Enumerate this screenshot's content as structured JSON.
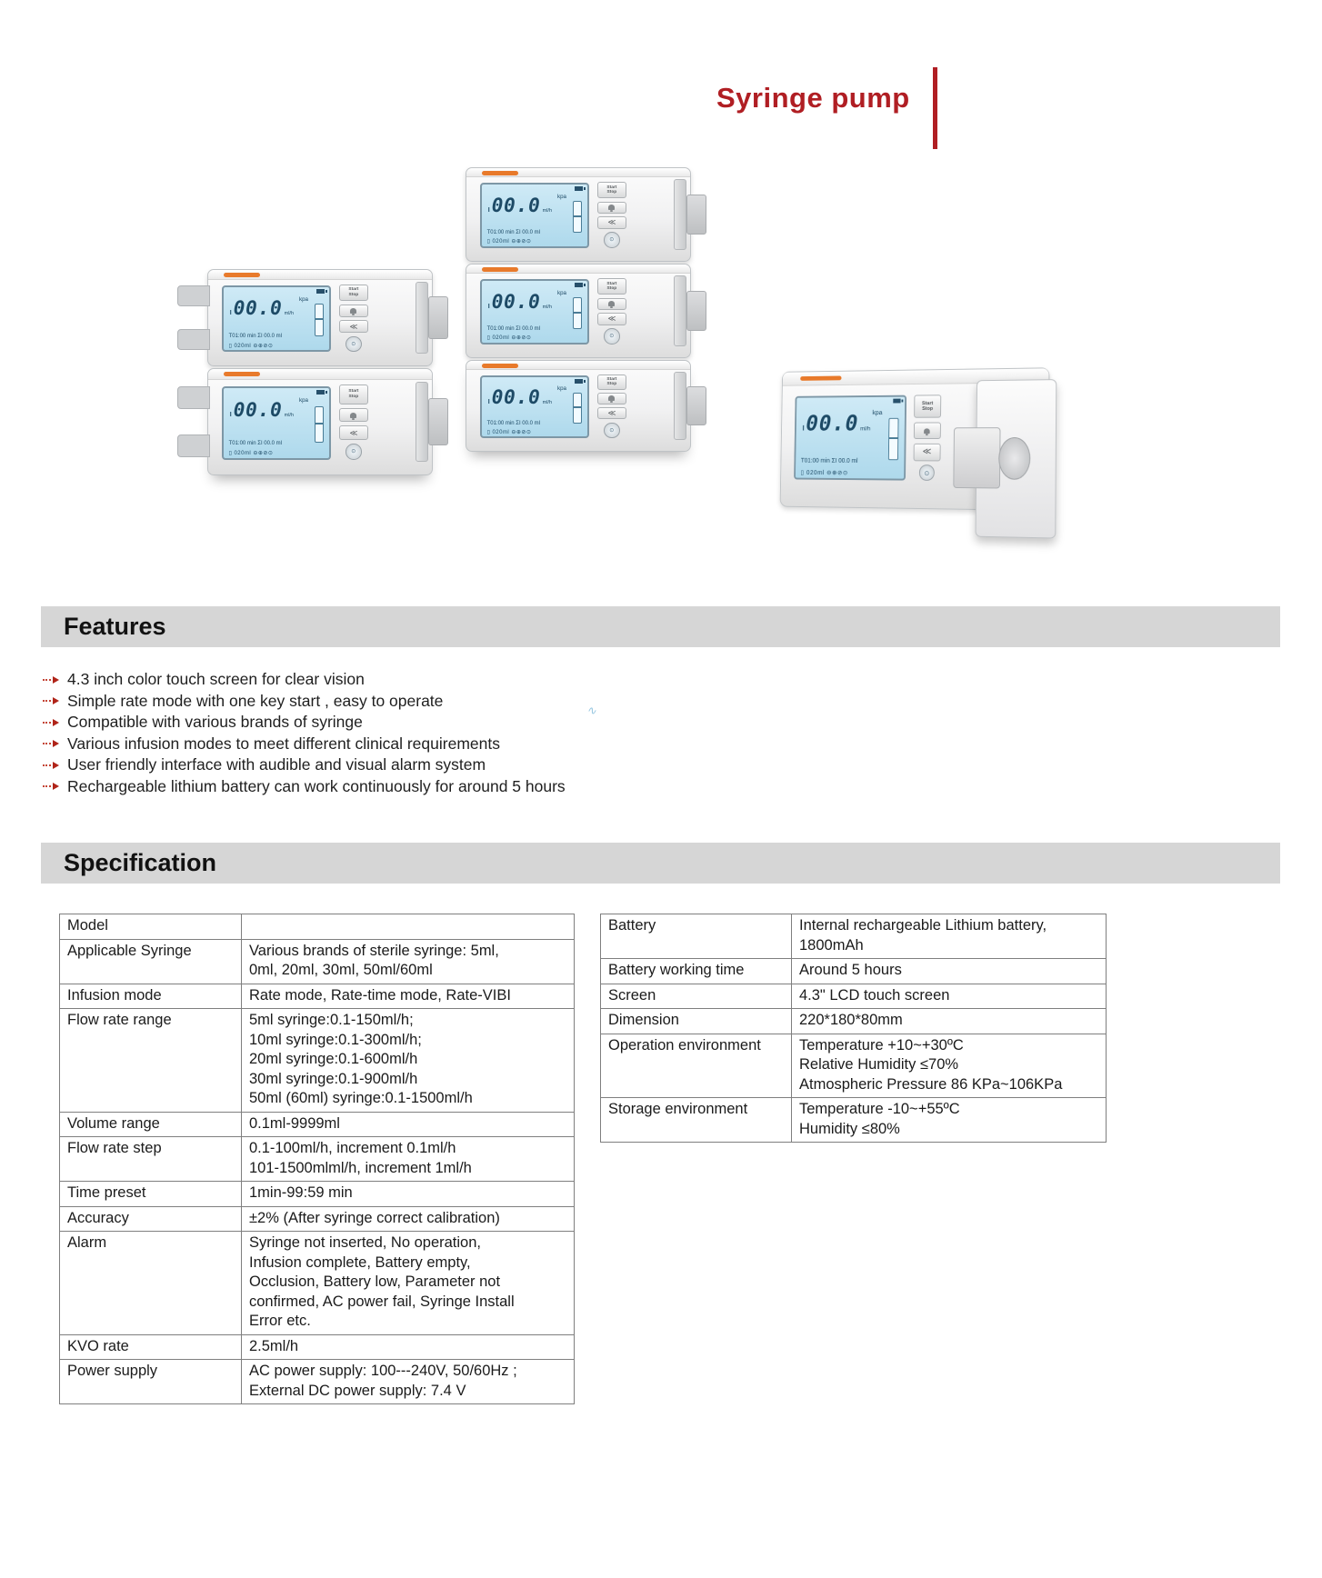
{
  "page": {
    "title": "Syringe pump"
  },
  "colors": {
    "title_red": "#b01e23",
    "device_orange": "#e87a2b",
    "lcd_blue": "#aed9ec",
    "bar_gray": "#d6d6d6"
  },
  "features": {
    "heading": "Features",
    "items": [
      "4.3 inch color touch screen for clear vision",
      "Simple rate mode with one key start , easy to operate",
      "Compatible with various brands of syringe",
      "Various infusion modes to meet different clinical requirements",
      "User friendly interface with audible and visual alarm system",
      "Rechargeable lithium battery can work continuously for around 5 hours"
    ],
    "ink_mark": "∿"
  },
  "specification": {
    "heading": "Specification",
    "left_table": [
      {
        "label": "Model",
        "value": ""
      },
      {
        "label": "Applicable Syringe",
        "value": "Various brands of sterile syringe: 5ml,\n0ml, 20ml, 30ml, 50ml/60ml"
      },
      {
        "label": "Infusion mode",
        "value": "Rate mode, Rate-time mode, Rate-VIBI"
      },
      {
        "label": "Flow rate range",
        "value": "5ml syringe:0.1-150ml/h;\n10ml syringe:0.1-300ml/h;\n20ml syringe:0.1-600ml/h\n30ml syringe:0.1-900ml/h\n50ml (60ml) syringe:0.1-1500ml/h"
      },
      {
        "label": "Volume range",
        "value": "0.1ml-9999ml"
      },
      {
        "label": "Flow rate step",
        "value": "0.1-100ml/h, increment 0.1ml/h\n101-1500mlml/h, increment 1ml/h"
      },
      {
        "label": "Time preset",
        "value": "1min-99:59 min"
      },
      {
        "label": "Accuracy",
        "value": "±2% (After syringe correct calibration)"
      },
      {
        "label": "Alarm",
        "value": "Syringe not inserted, No operation,\nInfusion complete, Battery empty,\nOcclusion, Battery low, Parameter not\nconfirmed, AC power fail, Syringe Install\nError etc."
      },
      {
        "label": "KVO rate",
        "value": "2.5ml/h"
      },
      {
        "label": "Power supply",
        "value": "AC power supply: 100---240V, 50/60Hz ;\nExternal DC power supply: 7.4 V"
      }
    ],
    "right_table": [
      {
        "label": "Battery",
        "value": "Internal rechargeable Lithium battery,\n1800mAh"
      },
      {
        "label": "Battery working time",
        "value": "Around 5 hours"
      },
      {
        "label": "Screen",
        "value": "4.3\" LCD touch screen"
      },
      {
        "label": "Dimension",
        "value": "220*180*80mm"
      },
      {
        "label": "Operation environment",
        "value": "Temperature +10~+30ºC\nRelative Humidity ≤70%\nAtmospheric Pressure 86 KPa~106KPa"
      },
      {
        "label": "Storage environment",
        "value": "Temperature -10~+55ºC\nHumidity  ≤80%"
      }
    ]
  },
  "device": {
    "lcd": {
      "flag": "I",
      "main_value": "00.0",
      "unit": "ml/h",
      "pressure_unit": "kpa",
      "line2": "T01:00 min  ΣI 00.0 ml",
      "line3": "▯ 020ml ⊖⊕⊘⊙"
    },
    "buttons": {
      "start": "Start",
      "stop": "Stop",
      "fast_glyph": "≪",
      "power_glyph": "⊙"
    }
  }
}
